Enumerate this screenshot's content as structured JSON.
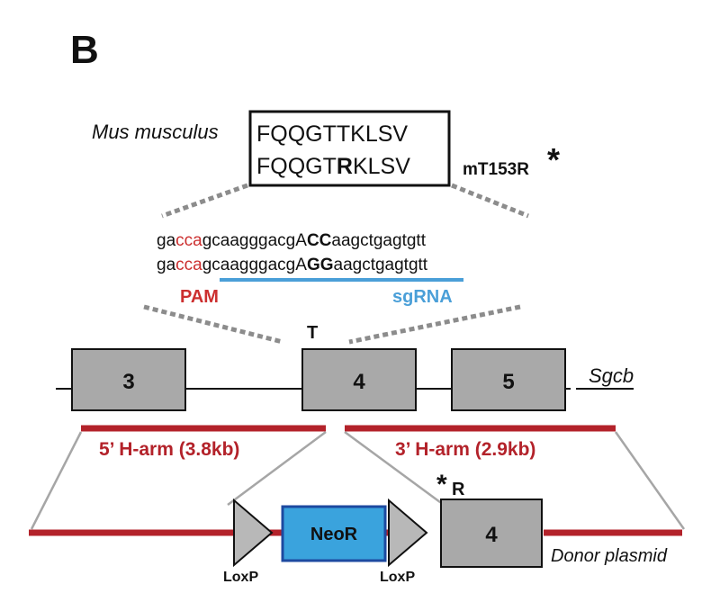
{
  "panel_label": "B",
  "species": "Mus musculus",
  "peptide": {
    "wt": "FQQGTTKLSV",
    "mut_prefix": "FQQGT",
    "mut_residue": "R",
    "mut_suffix": "KLSV"
  },
  "mutation_label": "mT153R",
  "asterisk": "*",
  "dna": {
    "wt": {
      "pre": "ga",
      "pam": "cca",
      "mid": "gcaagggacgA",
      "bold": "CC",
      "post": "aagctgagtgtt"
    },
    "mut": {
      "pre": "ga",
      "pam": "cca",
      "mid": "gcaagggacgA",
      "bold": "GG",
      "post": "aagctgagtgtt"
    }
  },
  "pam_label": "PAM",
  "sgrna_label": "sgRNA",
  "wt_codon_label": "T",
  "gene_name": "Sgcb",
  "exons": [
    "3",
    "4",
    "5"
  ],
  "donor_exon": "4",
  "left_arm_label": "5’ H-arm (3.8kb)",
  "right_arm_label": "3’ H-arm (2.9kb)",
  "mut_codon_label": "R",
  "neo_label": "NeoR",
  "loxp_label": "LoxP",
  "donor_label": "Donor plasmid",
  "colors": {
    "red_text": "#cc2f2f",
    "arm_red": "#b3222a",
    "blue": "#4a9fd8",
    "neo_fill": "#3aa3dd",
    "neo_border": "#1d4aa0",
    "exon_fill": "#a9a9a9",
    "loxp_fill": "#b8b8b8",
    "dash_gray": "#8c8c8c",
    "line_gray": "#a6a6a6"
  }
}
